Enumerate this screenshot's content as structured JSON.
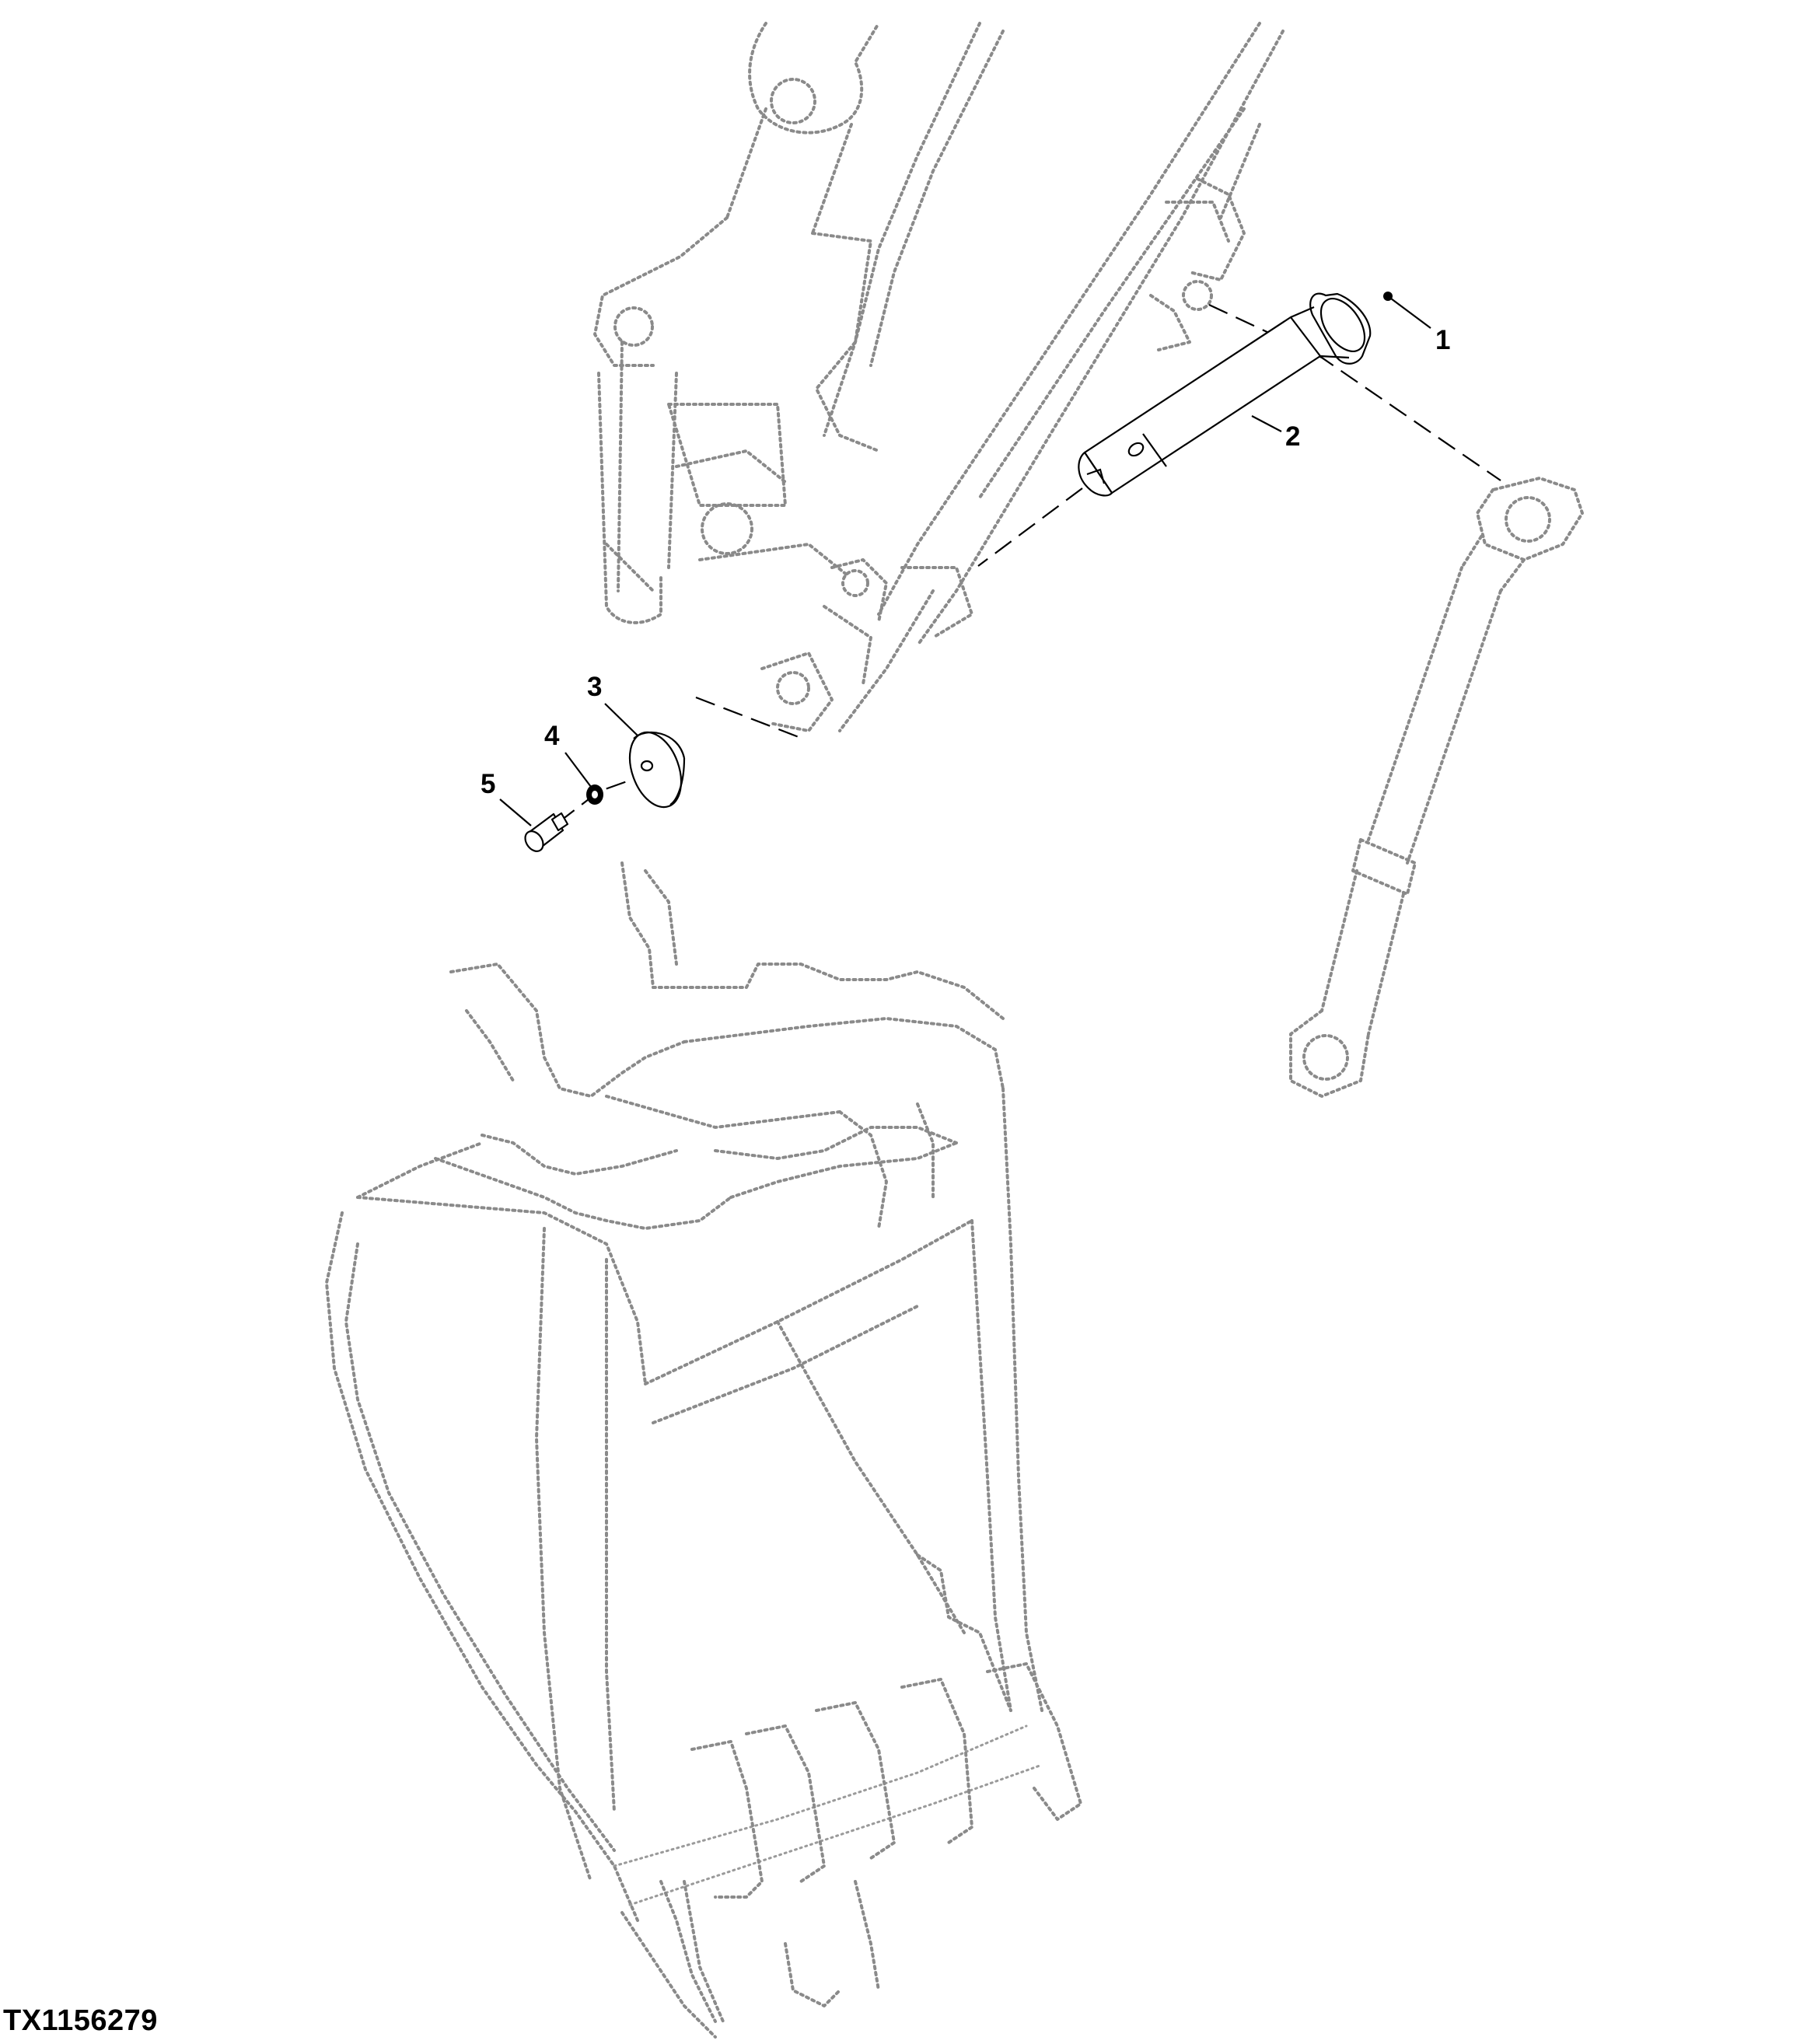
{
  "figure_id": "TX1156279",
  "callouts": {
    "c1": "1",
    "c2": "2",
    "c3": "3",
    "c4": "4",
    "c5": "5"
  },
  "colors": {
    "part_line": "#000000",
    "background_context": "#8a8a8a"
  }
}
